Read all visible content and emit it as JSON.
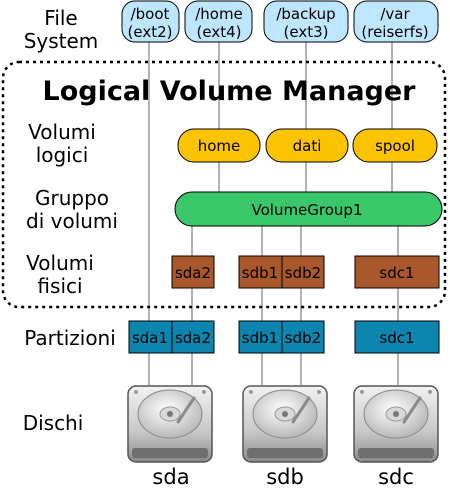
{
  "row_labels": {
    "filesystem": [
      "File",
      "System"
    ],
    "logical": [
      "Volumi",
      "logici"
    ],
    "group": [
      "Gruppo",
      "di volumi"
    ],
    "physical": [
      "Volumi",
      "fisici"
    ],
    "partitions": "Partizioni",
    "disks": "Dischi"
  },
  "title": "Logical Volume Manager",
  "filesystems": [
    {
      "path": "/boot",
      "type": "(ext2)"
    },
    {
      "path": "/home",
      "type": "(ext4)"
    },
    {
      "path": "/backup",
      "type": "(ext3)"
    },
    {
      "path": "/var",
      "type": "(reiserfs)"
    }
  ],
  "logical_volumes": [
    "home",
    "dati",
    "spool"
  ],
  "volume_group": "VolumeGroup1",
  "physical_volumes": [
    "sda2",
    "sdb1",
    "sdb2",
    "sdc1"
  ],
  "partitions": [
    "sda1",
    "sda2",
    "sdb1",
    "sdb2",
    "sdc1"
  ],
  "disks": [
    "sda",
    "sdb",
    "sdc"
  ],
  "colors": {
    "filesystem_fill": "#bfe6ff",
    "logical_fill": "#fcc300",
    "group_fill": "#3ac76a",
    "physical_fill": "#a8582a",
    "partition_fill": "#0c86ae",
    "lvm_border": "#000000"
  }
}
